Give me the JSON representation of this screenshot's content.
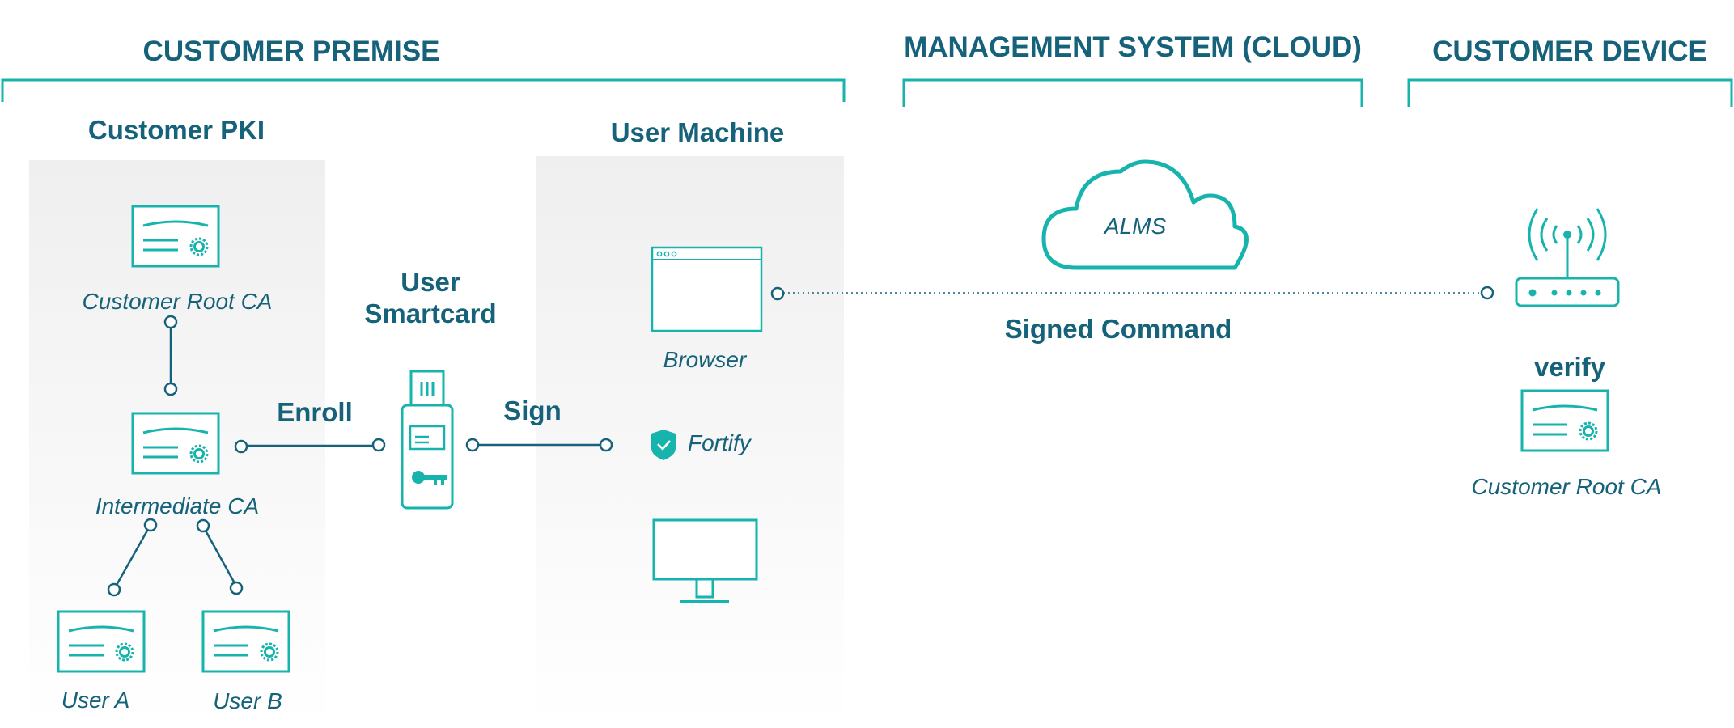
{
  "sections": {
    "customer_premise": "CUSTOMER PREMISE",
    "management_system": "MANAGEMENT SYSTEM (CLOUD)",
    "customer_device": "CUSTOMER DEVICE"
  },
  "pki": {
    "title": "Customer PKI",
    "root_ca": "Customer Root CA",
    "intermediate_ca": "Intermediate CA",
    "user_a": "User A",
    "user_b": "User B"
  },
  "smartcard": {
    "line1": "User",
    "line2": "Smartcard"
  },
  "actions": {
    "enroll": "Enroll",
    "sign": "Sign",
    "signed_command": "Signed Command",
    "verify": "verify"
  },
  "user_machine": {
    "title": "User Machine",
    "browser": "Browser",
    "fortify": "Fortify"
  },
  "cloud": {
    "label": "ALMS"
  },
  "device": {
    "root_ca": "Customer Root CA"
  },
  "colors": {
    "teal": "#17b3ad",
    "navy": "#15627a",
    "panel_top": "#efefef",
    "panel_bottom": "#ffffff"
  },
  "icons": [
    "certificate-icon",
    "smartcard-usb-icon",
    "key-icon",
    "browser-window-icon",
    "shield-check-icon",
    "monitor-icon",
    "cloud-icon",
    "router-icon"
  ]
}
